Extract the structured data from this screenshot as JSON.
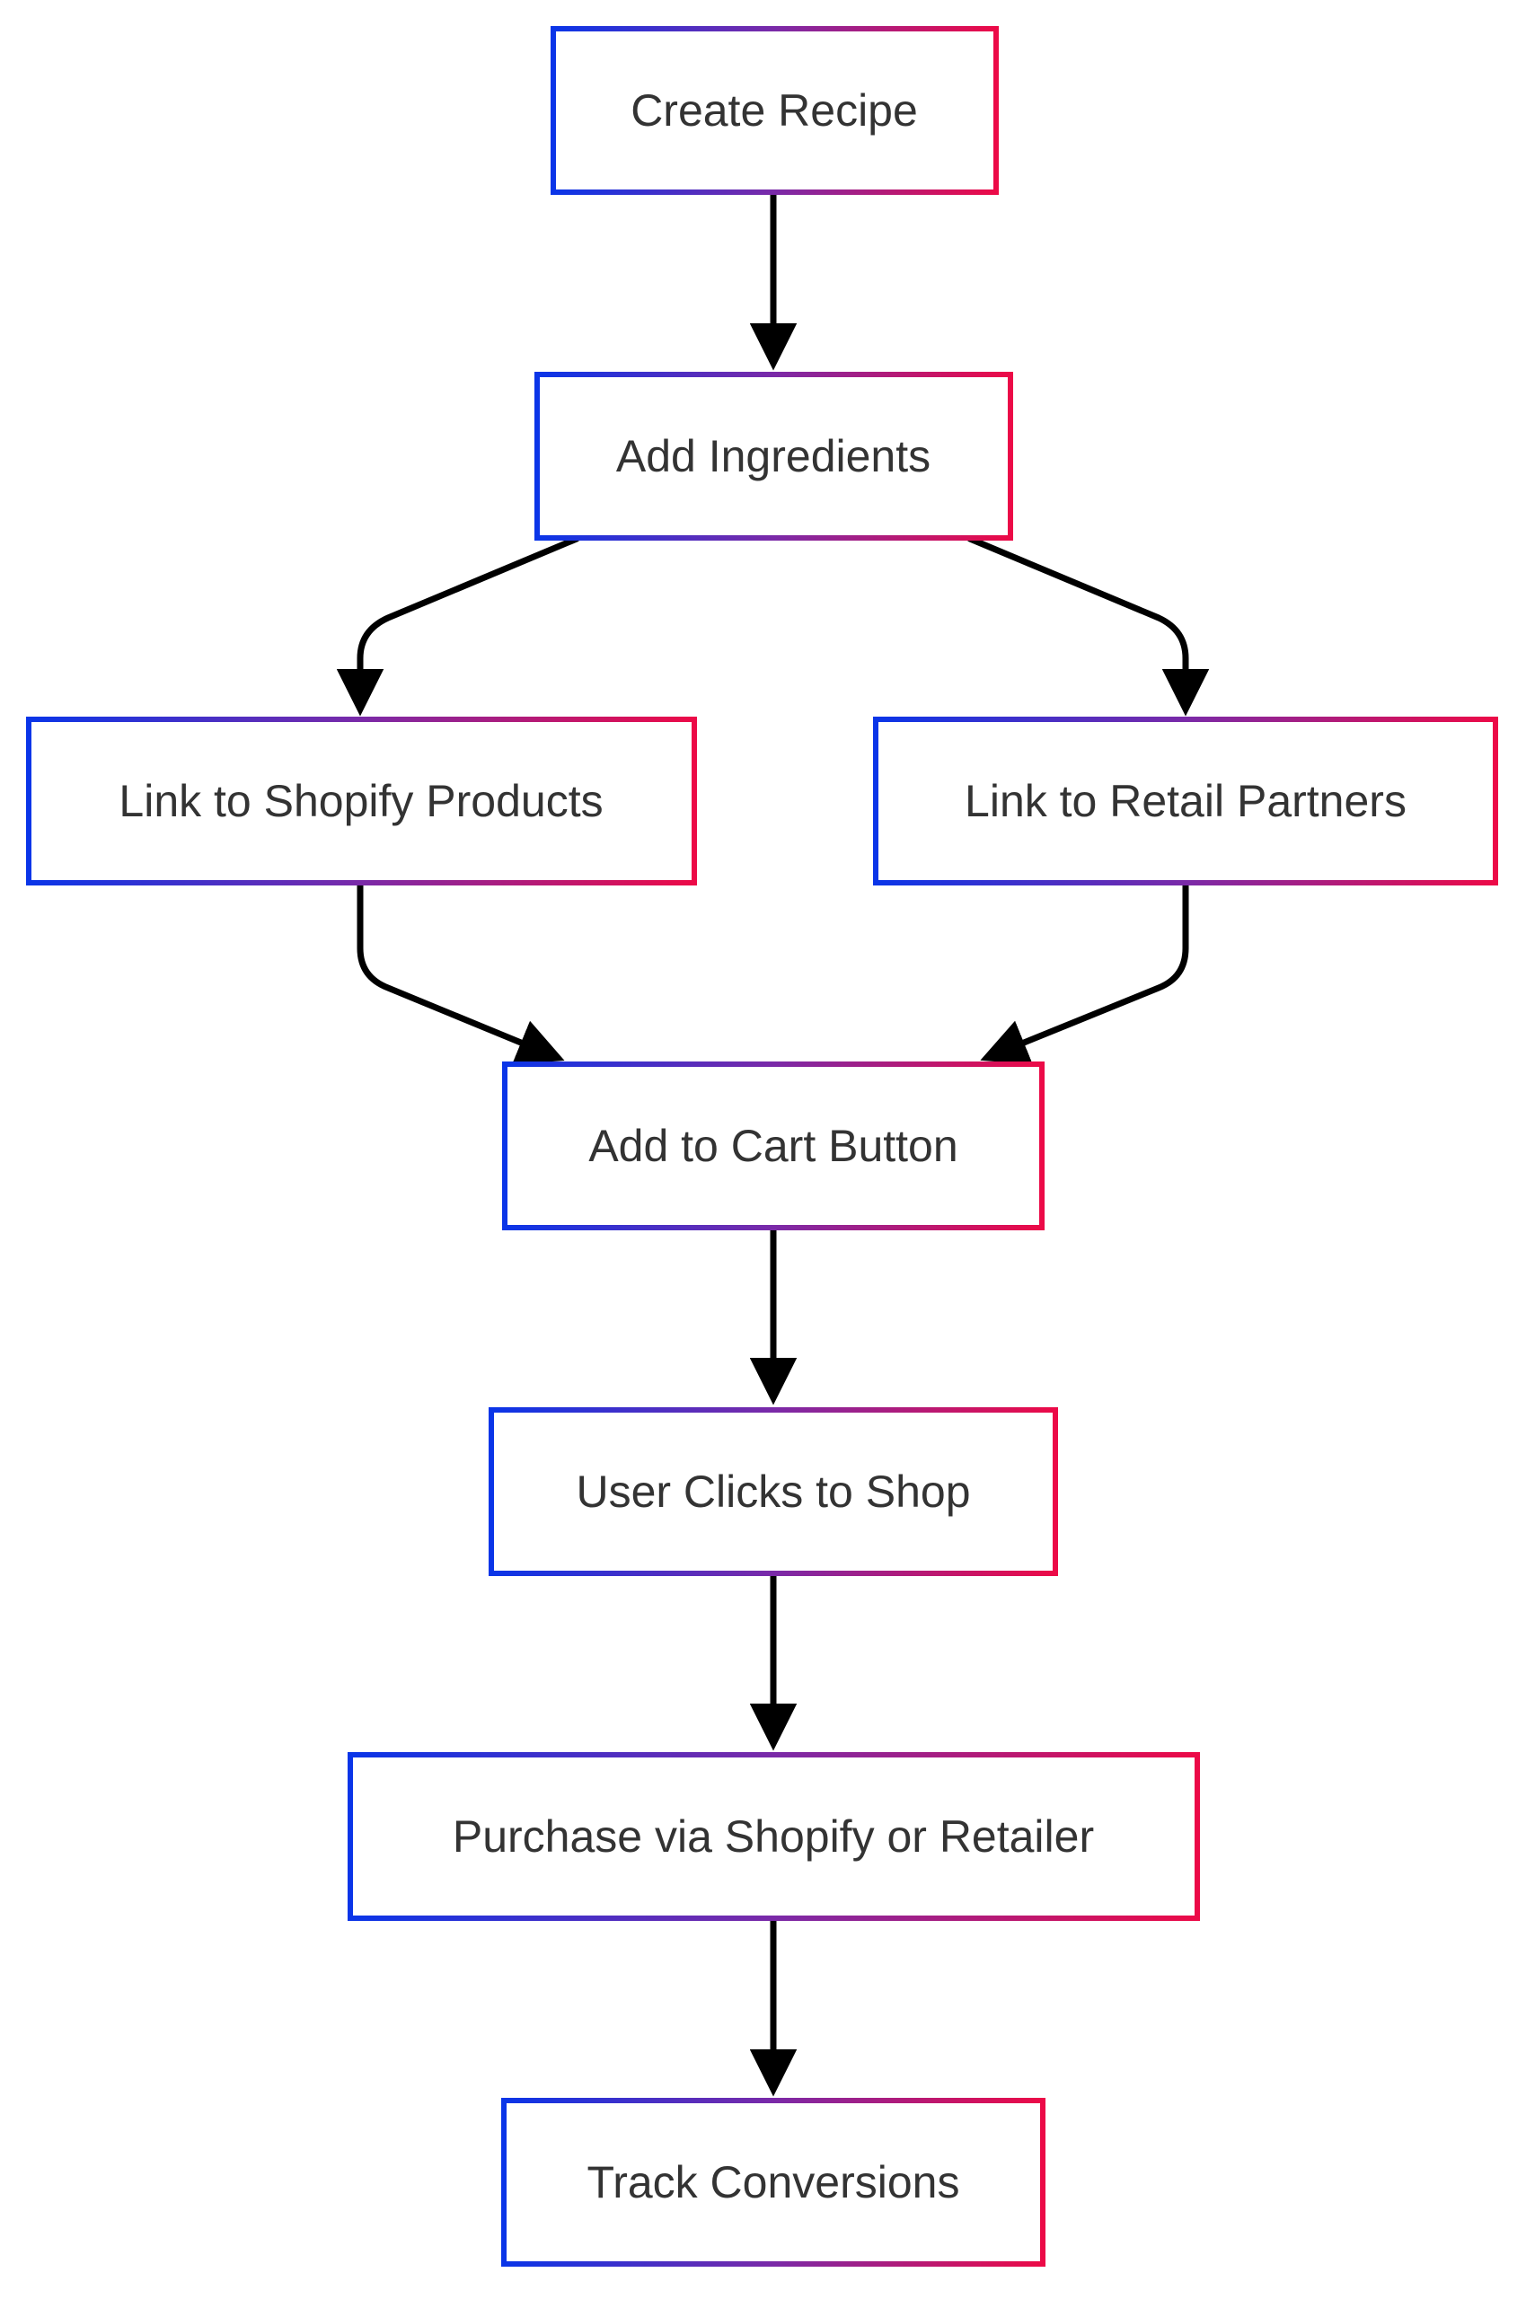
{
  "colors": {
    "border_left": "#0a35e8",
    "border_mid": "#7a2aa8",
    "border_right": "#ec0a47",
    "text": "#333333",
    "edge": "#000000",
    "background": "#ffffff"
  },
  "nodes": [
    {
      "id": "create-recipe",
      "label": "Create Recipe"
    },
    {
      "id": "add-ingredients",
      "label": "Add Ingredients"
    },
    {
      "id": "link-shopify",
      "label": "Link to Shopify Products"
    },
    {
      "id": "link-retail",
      "label": "Link to Retail Partners"
    },
    {
      "id": "add-to-cart",
      "label": "Add to Cart Button"
    },
    {
      "id": "user-clicks",
      "label": "User Clicks to Shop"
    },
    {
      "id": "purchase",
      "label": "Purchase via Shopify or Retailer"
    },
    {
      "id": "track",
      "label": "Track Conversions"
    }
  ],
  "edges": [
    {
      "from": "create-recipe",
      "to": "add-ingredients"
    },
    {
      "from": "add-ingredients",
      "to": "link-shopify"
    },
    {
      "from": "add-ingredients",
      "to": "link-retail"
    },
    {
      "from": "link-shopify",
      "to": "add-to-cart"
    },
    {
      "from": "link-retail",
      "to": "add-to-cart"
    },
    {
      "from": "add-to-cart",
      "to": "user-clicks"
    },
    {
      "from": "user-clicks",
      "to": "purchase"
    },
    {
      "from": "purchase",
      "to": "track"
    }
  ]
}
